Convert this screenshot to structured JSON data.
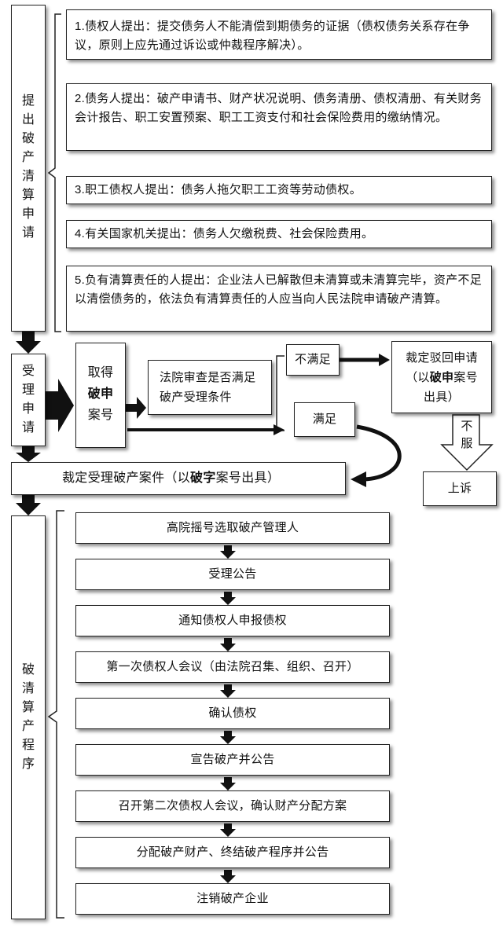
{
  "stages": {
    "apply": [
      "提",
      "出",
      "破",
      "产",
      "清",
      "算",
      "申",
      "请"
    ],
    "accept": [
      "受",
      "理",
      "申",
      "请"
    ],
    "procedure": [
      "破",
      "清",
      "算",
      "产",
      "程",
      "序"
    ]
  },
  "applicants": [
    "1.债权人提出：提交债务人不能清偿到期债务的证据（债权债务关系存在争议，原则上应先通过诉讼或仲裁程序解决）。",
    "2.债务人提出：破产申请书、财产状况说明、债务清册、债权清册、有关财务会计报告、职工安置预案、职工工资支付和社会保险费用的缴纳情况。",
    "3.职工债权人提出：债务人拖欠职工工资等劳动债权。",
    "4.有关国家机关提出：债务人欠缴税费、社会保险费用。",
    "5.负有清算责任的人提出：企业法人已解散但未清算或未清算完毕，资产不足以清偿债务的，依法负有清算责任的人应当向人民法院申请破产清算。"
  ],
  "case_number": {
    "part1": "取得",
    "bold": "破申",
    "part2": "案号"
  },
  "court_review": "法院审查是否满足破产受理条件",
  "not_satisfied": "不满足",
  "satisfied": "满足",
  "reject": {
    "part1": "裁定驳回申请（以",
    "bold": "破申",
    "part2": "案号出具）"
  },
  "appeal_arrow": "不服",
  "appeal": "上诉",
  "accept_ruling": {
    "part1": "裁定受理破产案件（以",
    "bold": "破字",
    "part2": "案号出具）"
  },
  "steps": [
    "高院摇号选取破产管理人",
    "受理公告",
    "通知债权人申报债权",
    "第一次债权人会议（由法院召集、组织、召开）",
    "确认债权",
    "宣告破产并公告",
    "召开第二次债权人会议，确认财产分配方案",
    "分配破产财产、终结破产程序并公告",
    "注销破产企业"
  ]
}
